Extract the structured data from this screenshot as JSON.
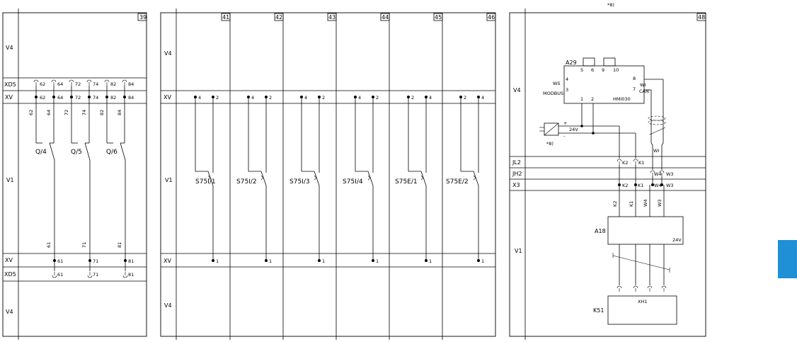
{
  "colors": {
    "line": "#000000",
    "tab": "#1f8fd6",
    "background": "#ffffff"
  },
  "note_top": "*8)",
  "sheet1": {
    "page": "39",
    "rows": {
      "v4_top": "V4",
      "xd5_top": "XD5",
      "xv_top": "XV",
      "v1": "V1",
      "xv_bottom": "XV",
      "xd5_bottom": "XD5",
      "v4_bottom": "V4"
    },
    "top_terminals": [
      "62",
      "64",
      "72",
      "74",
      "82",
      "84"
    ],
    "wire_top": [
      "62",
      "64",
      "72",
      "74",
      "82",
      "84"
    ],
    "contacts": [
      "Q/4",
      "Q/5",
      "Q/6"
    ],
    "wire_bottom": [
      "61",
      "71",
      "81"
    ],
    "bottom_terminals": [
      "61",
      "71",
      "81"
    ]
  },
  "sheet2": {
    "rows": {
      "v4_top": "V4",
      "xv_top": "XV",
      "v1": "V1",
      "xv_bottom": "XV",
      "v4_bottom": "V4"
    },
    "columns": [
      {
        "page": "41",
        "t1": "4",
        "t2": "2",
        "switch": "S75I/1",
        "bottom": "1"
      },
      {
        "page": "42",
        "t1": "4",
        "t2": "2",
        "switch": "S75I/2",
        "bottom": "1"
      },
      {
        "page": "43",
        "t1": "4",
        "t2": "2",
        "switch": "S75I/3",
        "bottom": "1"
      },
      {
        "page": "44",
        "t1": "4",
        "t2": "2",
        "switch": "S75I/4",
        "bottom": "1"
      },
      {
        "page": "45",
        "t1": "2",
        "t2": "4",
        "switch": "S75E/1",
        "bottom": "1"
      },
      {
        "page": "46",
        "t1": "2",
        "t2": "4",
        "switch": "S75E/2",
        "bottom": "1"
      }
    ]
  },
  "sheet3": {
    "page": "48",
    "rows": {
      "v4": "V4",
      "jl2": "JL2",
      "jh2": "JH2",
      "x3": "X3",
      "v1": "V1"
    },
    "a29": {
      "tag": "A29",
      "top_pins": [
        "5",
        "6",
        "9",
        "10"
      ],
      "left_pin_top": "4",
      "left_pin_bottom": "3",
      "ws": "WS",
      "modbus": "MODBUS",
      "bottom_pins": [
        "1",
        "2"
      ],
      "model": "HMI030",
      "right_pin_top": "8",
      "right_pin_bottom": "7",
      "wi": "WI",
      "can": "CAN"
    },
    "supply": {
      "plus": "+",
      "minus": "-",
      "voltage": "24V",
      "note": "*8)"
    },
    "cable_label": "WI",
    "jl2_terminals": [
      "K2",
      "K1"
    ],
    "jh2_terminals": [
      "W4",
      "W3"
    ],
    "x3_terminals": [
      "K2",
      "K1",
      "W4",
      "W3"
    ],
    "wire_labels": [
      "K2",
      "K1",
      "W4",
      "W3"
    ],
    "a18": {
      "tag": "A18",
      "voltage": "24V"
    },
    "k51": {
      "tag": "K51",
      "connector": "XH1"
    }
  }
}
